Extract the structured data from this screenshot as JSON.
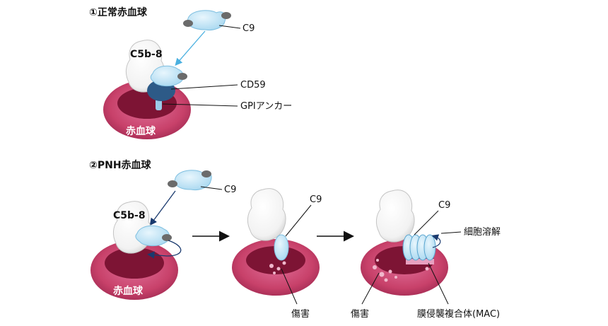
{
  "section1": {
    "title": "①正常赤血球",
    "c9": "C9",
    "c5b8": "C5b-8",
    "cd59": "CD59",
    "gpi": "GPIアンカー",
    "rbc": "赤血球"
  },
  "section2": {
    "title": "②PNH赤血球",
    "c9": "C9",
    "c5b8": "C5b-8",
    "rbc": "赤血球",
    "mid_c9": "C9",
    "mid_damage": "傷害",
    "right_c9": "C9",
    "lysis": "細胞溶解",
    "right_damage": "傷害",
    "mac": "膜侵襲複合体(MAC)"
  },
  "colors": {
    "rbc_outer": "#c8416a",
    "rbc_inner": "#7d1434",
    "c9_fill": "#bfe3f5",
    "c9_stroke": "#5aa5cf",
    "cd59": "#2d5a87",
    "arrow_light": "#4ab0e0",
    "arrow_dark": "#1a3a6e"
  }
}
